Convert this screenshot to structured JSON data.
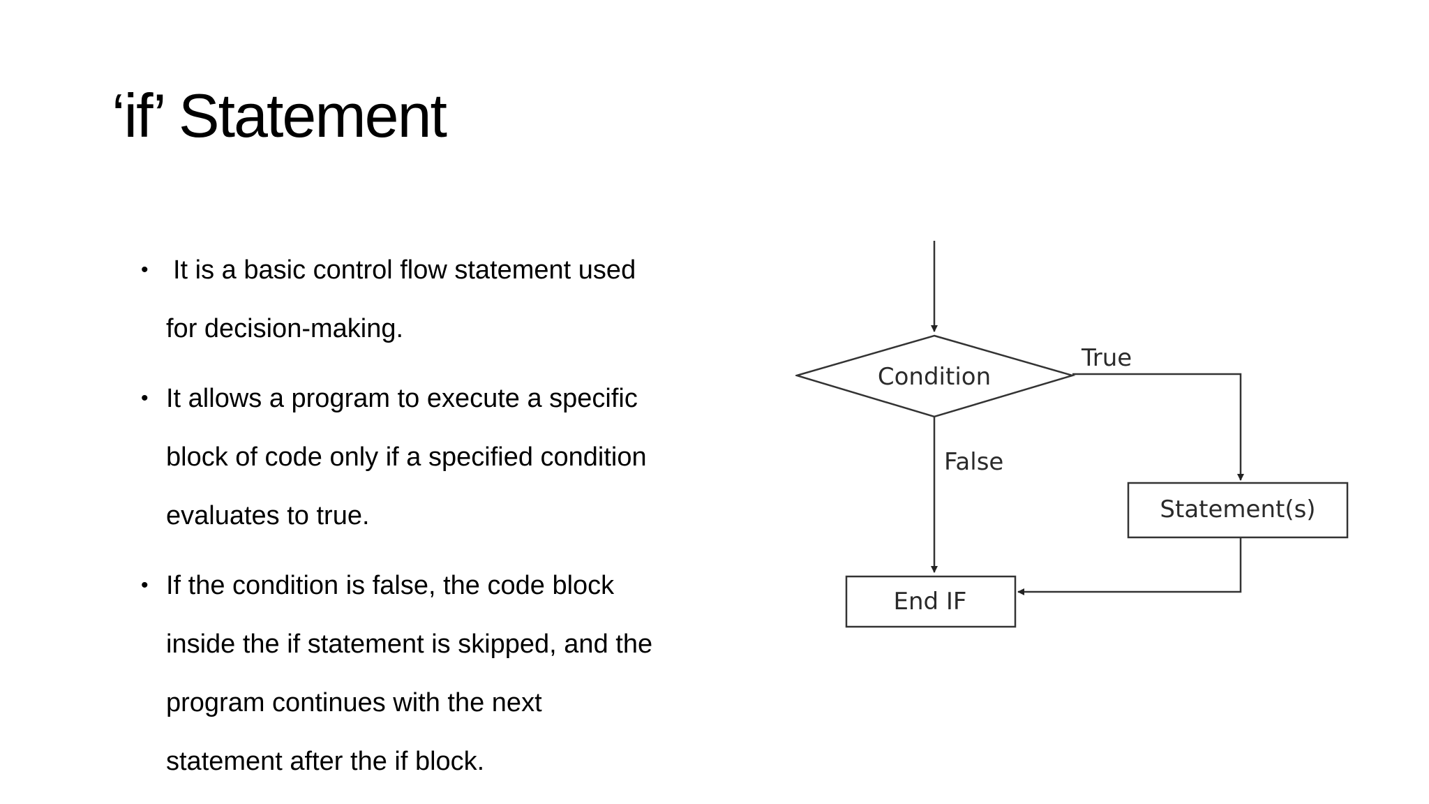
{
  "slide": {
    "title": "‘if’ Statement"
  },
  "bullets": [
    {
      "lines": [
        "It is a basic control flow statement used",
        "for decision-making."
      ]
    },
    {
      "lines": [
        "It allows a program to execute a specific",
        "block of code only if a specified condition",
        "evaluates to true."
      ]
    },
    {
      "lines": [
        "If the condition is false, the code block",
        "inside the if statement is skipped, and the",
        "program continues with the next",
        "statement after the if block."
      ]
    }
  ],
  "flowchart": {
    "condition_label": "Condition",
    "true_label": "True",
    "false_label": "False",
    "statement_label": "Statement(s)",
    "end_label": "End IF"
  }
}
